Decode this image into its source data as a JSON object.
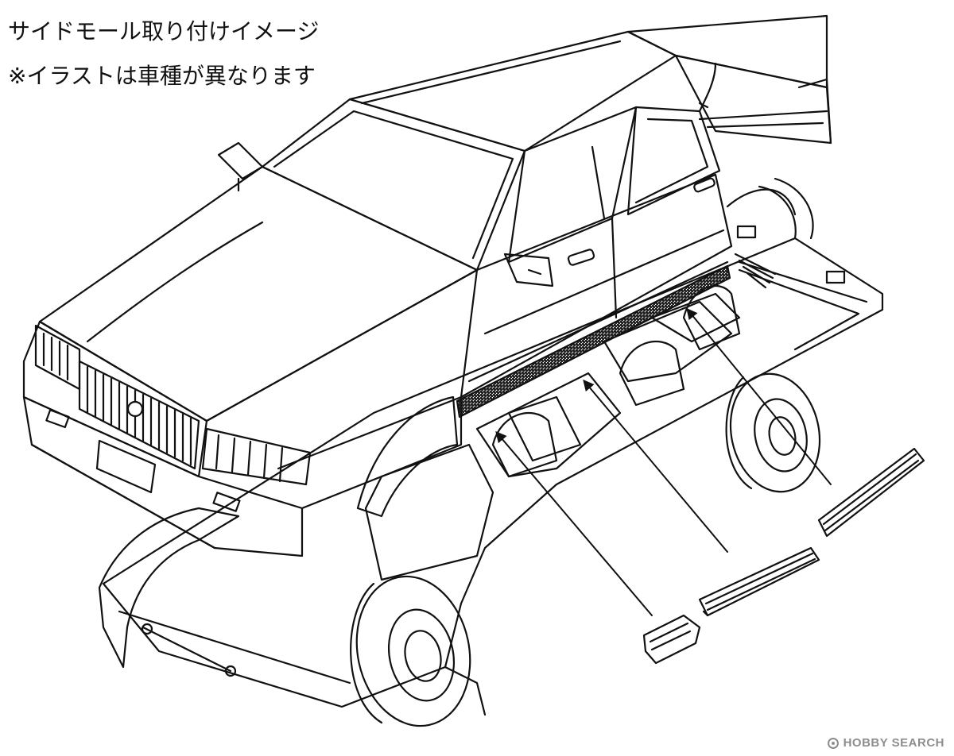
{
  "captions": {
    "line1": "サイドモール取り付けイメージ",
    "line2": "※イラストは車種が異なります"
  },
  "watermark": {
    "text": "HOBBY SEARCH",
    "icon": "hobby-search-logo-icon"
  },
  "colors": {
    "ink": "#111111",
    "molding_fill": "#c9c9c9",
    "watermark": "#7a7a7a"
  },
  "diagram": {
    "subject": "sedan-exploded-view",
    "part_count": 3,
    "arrow_count": 3
  }
}
